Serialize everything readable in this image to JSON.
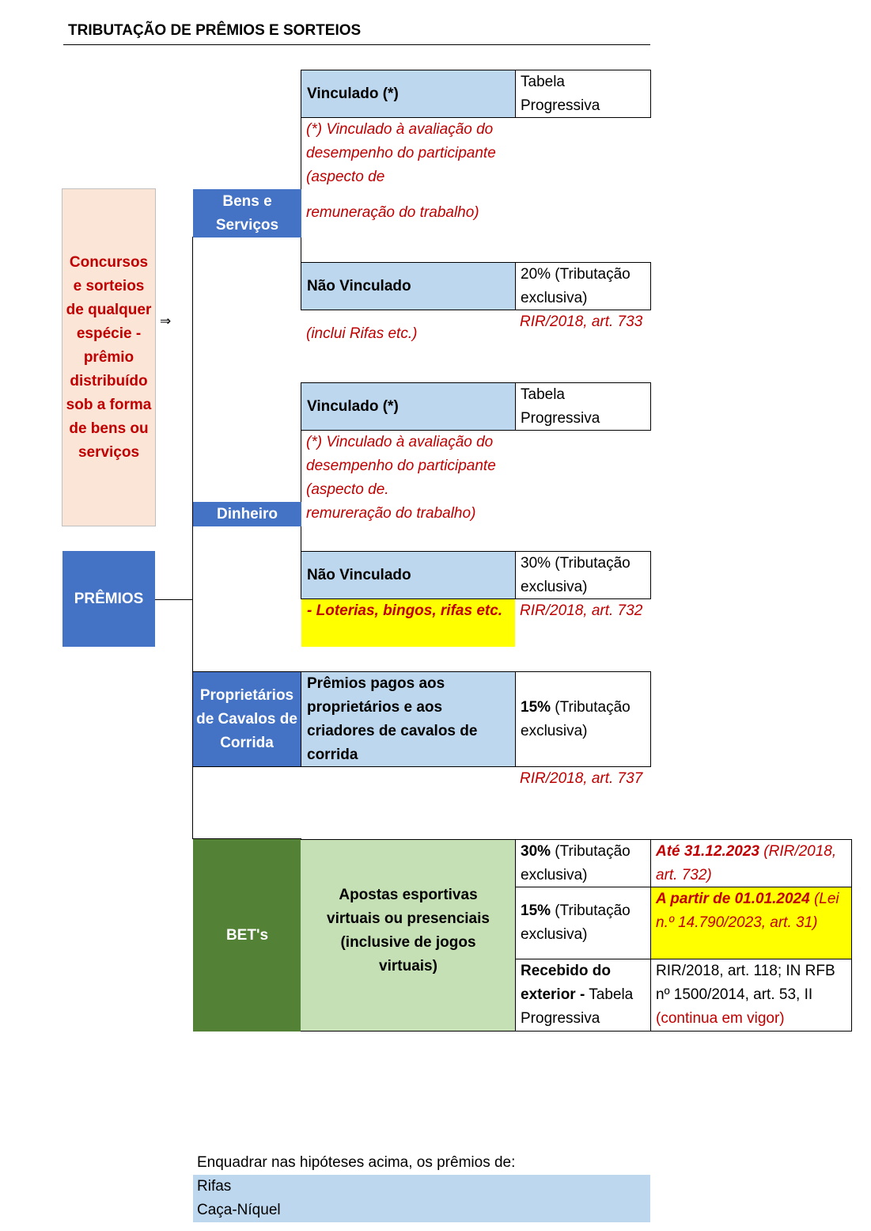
{
  "title": "TRIBUTAÇÃO DE PRÊMIOS E SORTEIOS",
  "left": {
    "concursos": "Concursos e sorteios de qualquer espécie - prêmio distribuído sob a forma de bens ou serviços",
    "arrow": "⇒",
    "premios": "PRÊMIOS"
  },
  "branches": {
    "bens": "Bens e Serviços",
    "dinheiro": "Dinheiro",
    "cavalos": "Proprietários de Cavalos de Corrida",
    "bets": "BET's"
  },
  "bens": {
    "vinculado": "Vinculado (*)",
    "vinculado_val": "Tabela Progressiva",
    "vinculado_note_1": "(*) Vinculado à avaliação do desempenho do participante (aspecto de",
    "vinculado_note_2": "remuneração do trabalho)",
    "nao_vinculado": "Não Vinculado",
    "nao_vinculado_val": "20% (Tributação exclusiva)",
    "nao_vinculado_note": "(inclui Rifas etc.)",
    "nao_vinculado_ref": "RIR/2018, art. 733"
  },
  "dinheiro": {
    "vinculado": "Vinculado (*)",
    "vinculado_val": "Tabela Progressiva",
    "vinculado_note": "(*) Vinculado à avaliação do desempenho do participante (aspecto de.",
    "vinculado_note_2": "remureração do trabalho)",
    "nao_vinculado": "Não Vinculado",
    "nao_vinculado_val": "30% (Tributação exclusiva)",
    "nao_vinculado_note": "- Loterias, bingos, rifas etc.",
    "nao_vinculado_ref": "RIR/2018, art. 732"
  },
  "cavalos": {
    "desc": "Prêmios pagos aos proprietários e aos criadores de cavalos de corrida",
    "rate_bold": "15%",
    "rate_rest": " (Tributação exclusiva)",
    "ref": "RIR/2018, art. 737"
  },
  "bets": {
    "desc": "Apostas esportivas virtuais ou presenciais (inclusive de jogos virtuais)",
    "r1_bold": "30%",
    "r1_rest": " (Tributação exclusiva)",
    "r1_note_bold": "Até 31.12.2023",
    "r1_note_rest": " (RIR/2018, art. 732)",
    "r2_bold": "15%",
    "r2_rest": " (Tributação exclusiva)",
    "r2_note_bold": "A partir de 01.01.2024",
    "r2_note_rest": " (Lei n.º 14.790/2023, art. 31)",
    "r3_bold": "Recebido do exterior -",
    "r3_rest": " Tabela Progressiva",
    "r3_note": "RIR/2018, art. 118; IN RFB nº 1500/2014, art. 53, II",
    "r3_note_red": "(continua em vigor)"
  },
  "footer": {
    "intro": "Enquadrar nas hipóteses acima, os prêmios de:",
    "items": [
      "Rifas",
      "Caça-Níquel"
    ]
  },
  "colors": {
    "light_blue": "#bdd7ee",
    "medium_blue": "#4472c4",
    "peach": "#fbe5d6",
    "yellow": "#ffff00",
    "dark_green": "#538135",
    "light_green": "#c5e0b4",
    "red_text": "#c00000"
  }
}
